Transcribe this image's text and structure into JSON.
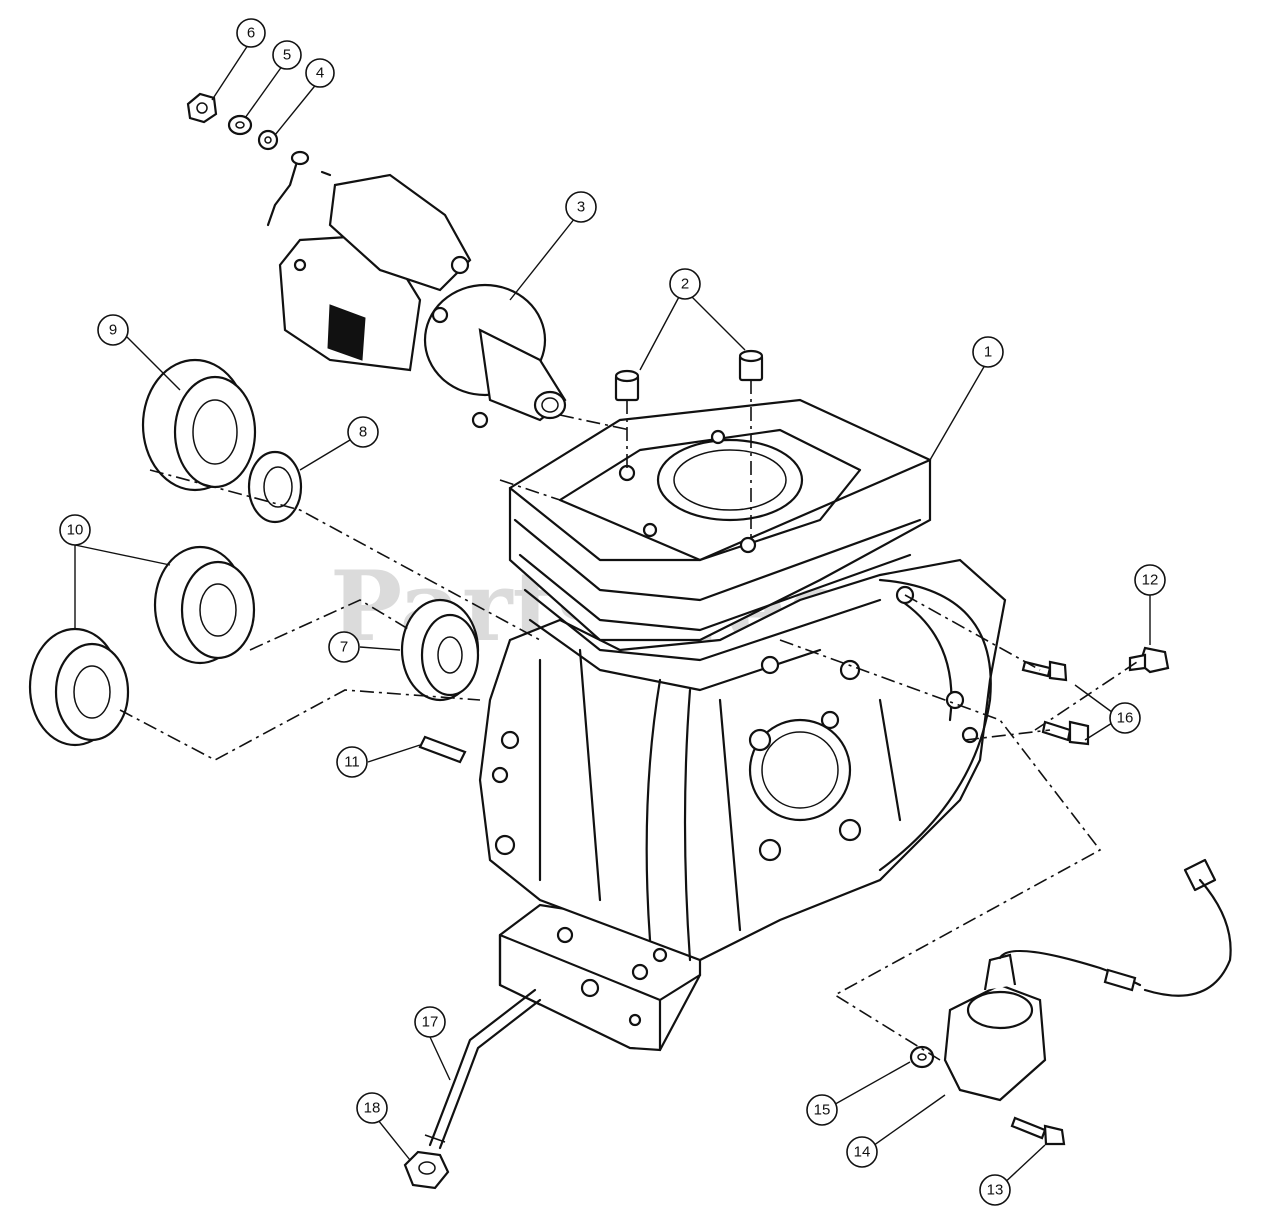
{
  "watermark": "PartsTree",
  "callouts": [
    {
      "id": "c1",
      "label": "1",
      "part": "crankcase-cylinder-block"
    },
    {
      "id": "c2",
      "label": "2",
      "part": "dowel-pins"
    },
    {
      "id": "c3",
      "label": "3",
      "part": "starter-motor"
    },
    {
      "id": "c4",
      "label": "4",
      "part": "lock-washer"
    },
    {
      "id": "c5",
      "label": "5",
      "part": "flat-washer"
    },
    {
      "id": "c6",
      "label": "6",
      "part": "hex-nut"
    },
    {
      "id": "c7",
      "label": "7",
      "part": "small-bearing"
    },
    {
      "id": "c8",
      "label": "8",
      "part": "oil-seal"
    },
    {
      "id": "c9",
      "label": "9",
      "part": "ball-bearing-upper"
    },
    {
      "id": "c10",
      "label": "10",
      "part": "ball-bearings-pair"
    },
    {
      "id": "c11",
      "label": "11",
      "part": "pin"
    },
    {
      "id": "c12",
      "label": "12",
      "part": "drain-plug"
    },
    {
      "id": "c13",
      "label": "13",
      "part": "ignition-coil-bolt"
    },
    {
      "id": "c14",
      "label": "14",
      "part": "ignition-coil"
    },
    {
      "id": "c15",
      "label": "15",
      "part": "spacer"
    },
    {
      "id": "c16",
      "label": "16",
      "part": "bolts"
    },
    {
      "id": "c17",
      "label": "17",
      "part": "breather-tube"
    },
    {
      "id": "c18",
      "label": "18",
      "part": "tube-nut"
    }
  ],
  "colors": {
    "line": "#111111",
    "background": "#ffffff",
    "watermark": "#cfcfcf"
  }
}
